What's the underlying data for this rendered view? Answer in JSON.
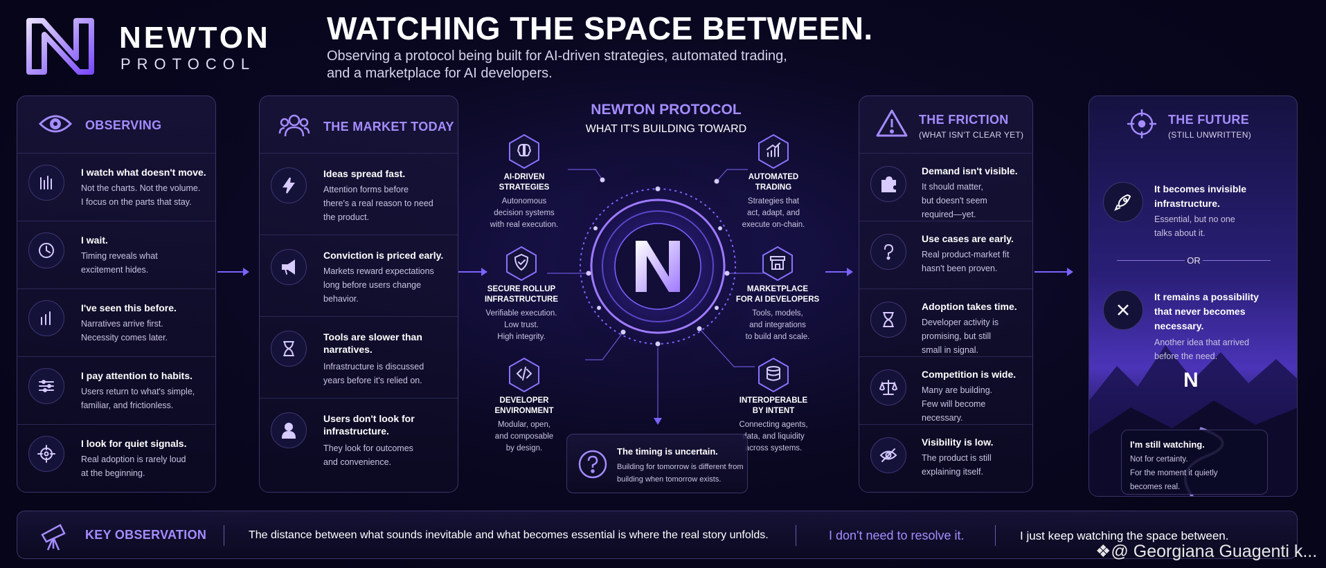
{
  "brand": {
    "name": "NEWTON",
    "sub": "PROTOCOL",
    "logo_letter": "N"
  },
  "header": {
    "headline": "WATCHING THE SPACE BETWEEN.",
    "subline1": "Observing a protocol being built for AI-driven strategies, automated trading,",
    "subline2": "and a marketplace for AI developers."
  },
  "observing": {
    "title": "OBSERVING",
    "items": [
      {
        "icon": "chart-bars-icon",
        "title": "I watch what doesn't move.",
        "desc": "Not the charts. Not the volume.\nI focus on the parts that stay."
      },
      {
        "icon": "clock-icon",
        "title": "I wait.",
        "desc": "Timing reveals what\nexcitement hides."
      },
      {
        "icon": "bar-chart-icon",
        "title": "I've seen this before.",
        "desc": "Narratives arrive first.\nNecessity comes later."
      },
      {
        "icon": "sliders-icon",
        "title": "I pay attention to habits.",
        "desc": "Users return to what's simple,\nfamiliar, and frictionless."
      },
      {
        "icon": "crosshair-icon",
        "title": "I look for quiet signals.",
        "desc": "Real adoption is rarely loud\nat the beginning."
      }
    ]
  },
  "market": {
    "title": "THE MARKET TODAY",
    "items": [
      {
        "icon": "lightning-icon",
        "title": "Ideas spread fast.",
        "desc": "Attention forms before\nthere's a real reason to need\nthe product."
      },
      {
        "icon": "megaphone-icon",
        "title": "Conviction is priced early.",
        "desc": "Markets reward expectations\nlong before users change\nbehavior."
      },
      {
        "icon": "hourglass-icon",
        "title": "Tools are slower than\nnarratives.",
        "desc": "Infrastructure is discussed\nyears before it's relied on."
      },
      {
        "icon": "user-icon",
        "title": "Users don't look for\ninfrastructure.",
        "desc": "They look for outcomes\nand convenience."
      }
    ]
  },
  "center": {
    "title": "NEWTON PROTOCOL",
    "subtitle": "WHAT IT'S BUILDING TOWARD",
    "logo_letter": "N",
    "nodes": [
      {
        "icon": "brain-icon",
        "title": "AI-DRIVEN\nSTRATEGIES",
        "desc": "Autonomous\ndecision systems\nwith real execution."
      },
      {
        "icon": "shield-check-icon",
        "title": "SECURE ROLLUP\nINFRASTRUCTURE",
        "desc": "Verifiable execution.\nLow trust.\nHigh integrity."
      },
      {
        "icon": "code-icon",
        "title": "DEVELOPER\nENVIRONMENT",
        "desc": "Modular, open,\nand composable\nby design."
      },
      {
        "icon": "trend-chart-icon",
        "title": "AUTOMATED\nTRADING",
        "desc": "Strategies that\nact, adapt, and\nexecute on-chain."
      },
      {
        "icon": "storefront-icon",
        "title": "MARKETPLACE\nFOR AI DEVELOPERS",
        "desc": "Tools, models,\nand integrations\nto build and scale."
      },
      {
        "icon": "database-icon",
        "title": "INTEROPERABLE\nBY INTENT",
        "desc": "Connecting agents,\ndata, and liquidity\nacross systems."
      }
    ],
    "timing": {
      "title": "The timing is uncertain.",
      "desc": "Building for tomorrow is different from\nbuilding when tomorrow exists."
    }
  },
  "friction": {
    "title": "THE FRICTION",
    "subtitle": "(WHAT ISN'T CLEAR YET)",
    "items": [
      {
        "icon": "puzzle-icon",
        "title": "Demand isn't visible.",
        "desc": "It should matter,\nbut doesn't seem\nrequired—yet."
      },
      {
        "icon": "question-icon",
        "title": "Use cases are early.",
        "desc": "Real product-market fit\nhasn't been proven."
      },
      {
        "icon": "hourglass-icon",
        "title": "Adoption takes time.",
        "desc": "Developer activity is\npromising, but still\nsmall in signal."
      },
      {
        "icon": "scales-icon",
        "title": "Competition is wide.",
        "desc": "Many are building.\nFew will become\nnecessary."
      },
      {
        "icon": "eye-off-icon",
        "title": "Visibility is low.",
        "desc": "The product is still\nexplaining itself."
      }
    ]
  },
  "future": {
    "title": "THE FUTURE",
    "subtitle": "(STILL UNWRITTEN)",
    "option1": {
      "title": "It becomes invisible\ninfrastructure.",
      "desc": "Essential, but no one\ntalks about it."
    },
    "or": "OR",
    "option2": {
      "title": "It remains a possibility\nthat never becomes\nnecessary.",
      "desc": "Another idea that arrived\nbefore the need."
    },
    "closing": {
      "title": "I'm still watching.",
      "desc": "Not for certainty.\nFor the moment it quietly\nbecomes real."
    }
  },
  "footer": {
    "label": "KEY OBSERVATION",
    "text": "The distance between what sounds inevitable and what becomes essential is where the real story unfolds.",
    "accent": "I don't need to resolve it.",
    "closing": "I just keep watching the space between."
  },
  "watermark": "@ Georgiana Guagenti k...",
  "colors": {
    "accent": "#a58cff",
    "background": "#07061a",
    "border": "#3a3468"
  }
}
